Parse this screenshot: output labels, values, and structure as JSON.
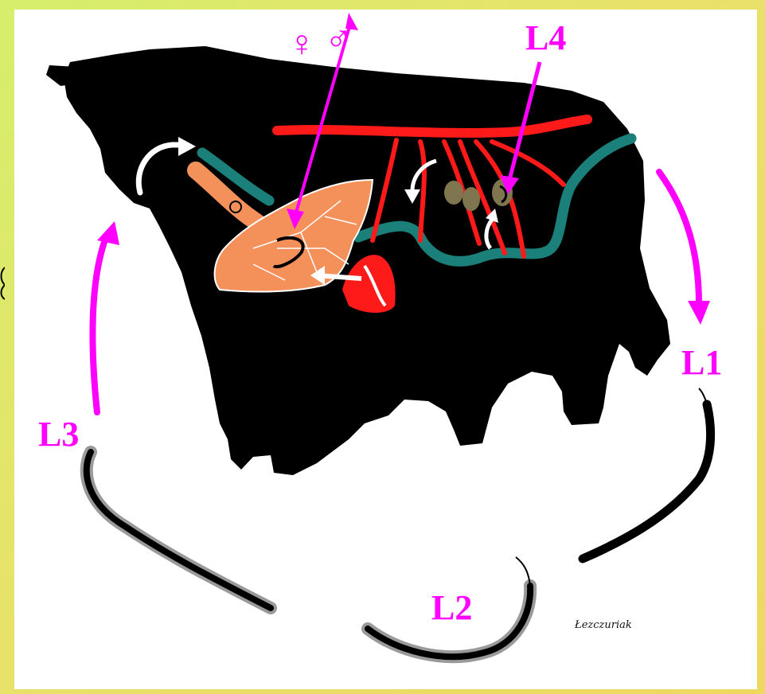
{
  "labels": {
    "female_symbol": "♀",
    "male_symbol": "♂",
    "l4": "L4",
    "l1": "L1",
    "l2": "L2",
    "l3": "L3"
  },
  "signature": "Łezczuriak",
  "colors": {
    "background_gradient": [
      "#d6ee6c",
      "#eed860"
    ],
    "label_magenta": "#ff00ff",
    "silhouette": "#000000",
    "lung": "#f4915a",
    "blood_vessel": "#ff1a1a",
    "lymph_duct": "#1b7f7a",
    "lymph_node": "#7f7650"
  }
}
